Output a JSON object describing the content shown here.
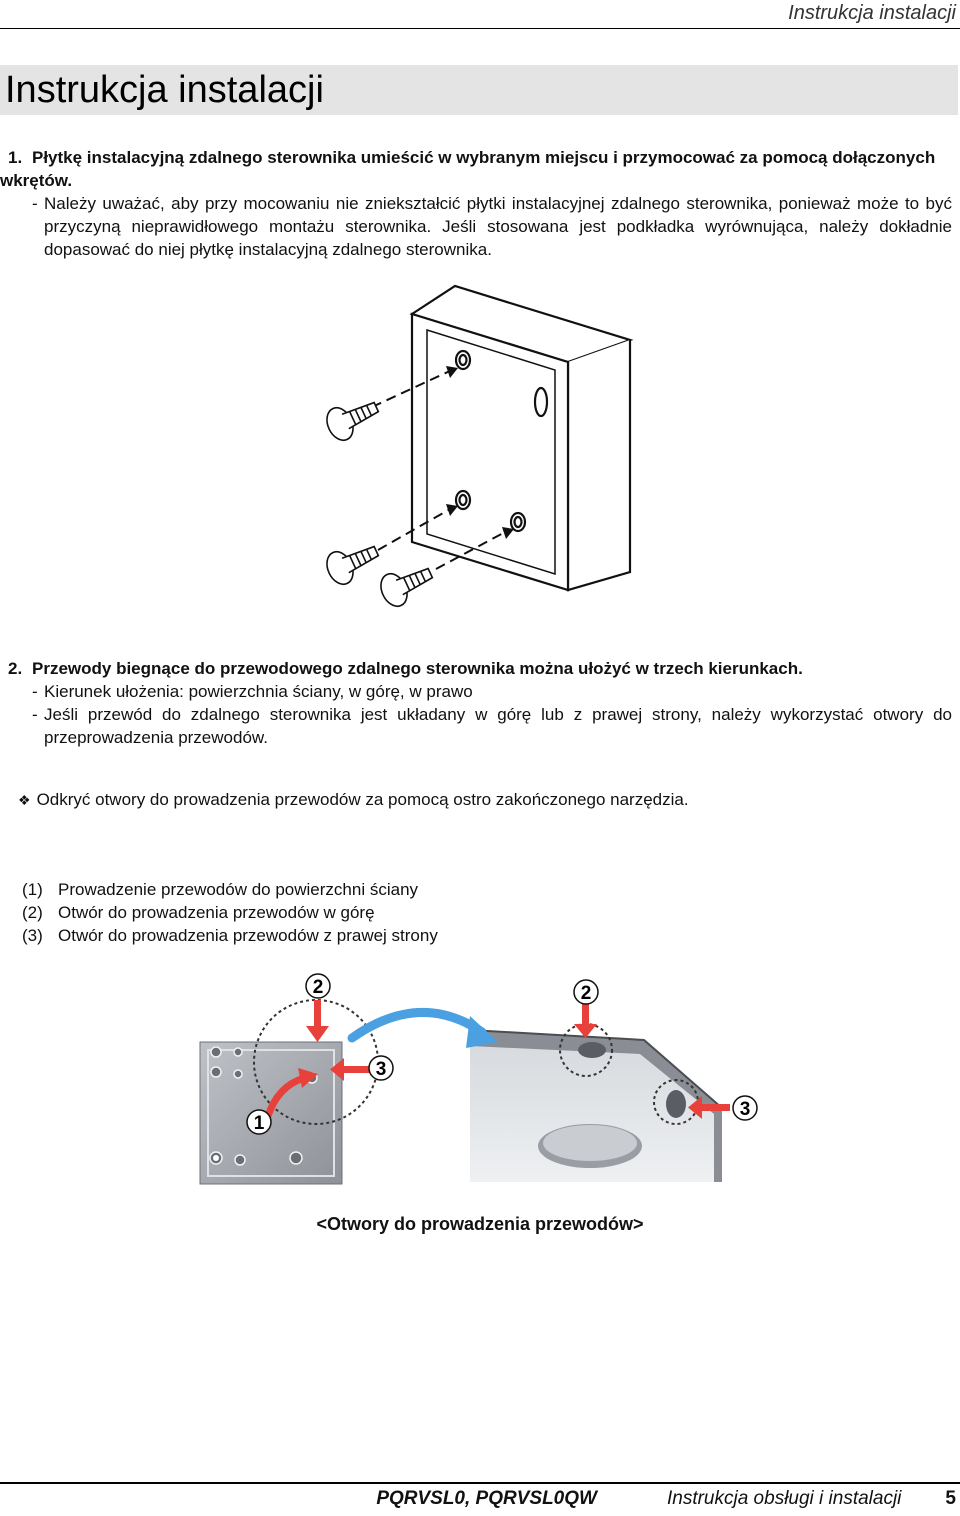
{
  "header": {
    "title": "Instrukcja instalacji"
  },
  "page_title": "Instrukcja instalacji",
  "step1": {
    "number": "1.",
    "heading": "Płytkę instalacyjną zdalnego sterownika umieścić w wybranym miejscu i przymocować za pomocą dołączonych wkrętów.",
    "notes": [
      "Należy uważać, aby przy mocowaniu nie zniekształcić płytki instalacyjnej zdalnego sterownika, ponieważ może to być przyczyną nieprawidłowego montażu sterownika. Jeśli stosowana jest podkładka wyrównująca, należy dokładnie dopasować do niej płytkę instalacyjną zdalnego sterownika."
    ]
  },
  "step2": {
    "number": "2.",
    "heading": "Przewody biegnące do przewodowego zdalnego sterownika można ułożyć w trzech kierunkach.",
    "notes": [
      "Kierunek ułożenia: powierzchnia ściany, w górę, w prawo",
      "Jeśli przewód do zdalnego sterownika jest układany w górę lub z prawej strony, należy wykorzystać otwory do przeprowadzenia przewodów."
    ]
  },
  "note": {
    "icon": "diamond-bullet-icon",
    "text": "Odkryć otwory do prowadzenia przewodów za pomocą ostro zakończonego narzędzia."
  },
  "legend": [
    {
      "idx": "(1)",
      "text": "Prowadzenie przewodów do powierzchni ściany"
    },
    {
      "idx": "(2)",
      "text": "Otwór do prowadzenia przewodów w górę"
    },
    {
      "idx": "(3)",
      "text": "Otwór do prowadzenia przewodów z prawej strony"
    }
  ],
  "figure2": {
    "callouts": {
      "one": "1",
      "two": "2",
      "three": "3"
    },
    "arrow_color": "#e8413c",
    "blue_arrow_color": "#4aa0e0"
  },
  "caption": "<Otwory  do prowadzenia przewodów>",
  "footer": {
    "model": "PQRVSL0, PQRVSL0QW",
    "doc": "Instrukcja obsługi i instalacji",
    "page": "5"
  }
}
